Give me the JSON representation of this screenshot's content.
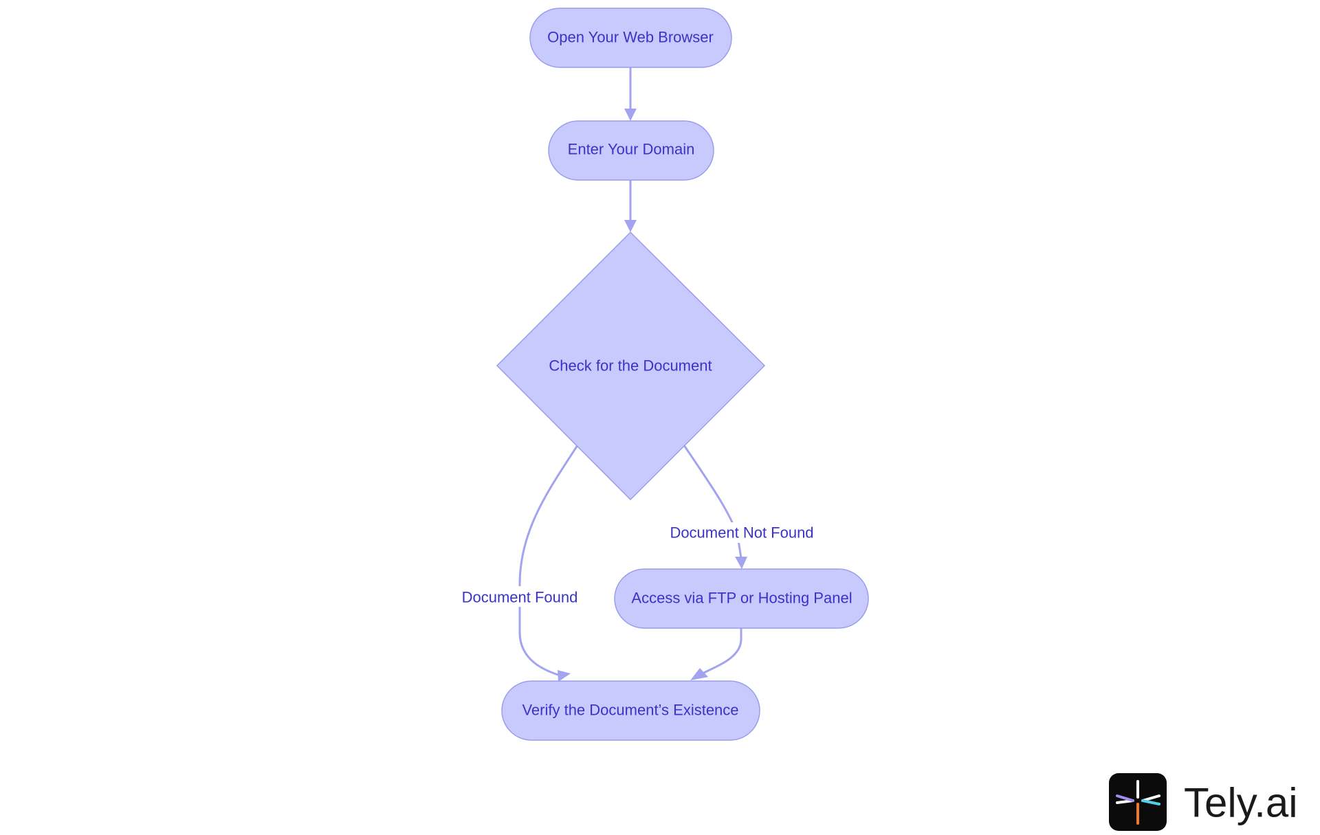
{
  "colors": {
    "node_fill": "#c8c9fc",
    "node_stroke": "#9a9de9",
    "edge": "#a3a3ef",
    "text": "#3a33c7",
    "logo_bg": "#0b0b0b"
  },
  "nodes": {
    "open_browser": "Open Your Web Browser",
    "enter_domain": "Enter Your Domain",
    "check_document": "Check for the Document",
    "access_ftp": "Access via FTP or Hosting Panel",
    "verify_existence": "Verify the Document’s Existence"
  },
  "edges": {
    "not_found": "Document Not Found",
    "found": "Document Found"
  },
  "brand": {
    "name": "Tely.ai",
    "icon": "tely-logo-icon"
  }
}
